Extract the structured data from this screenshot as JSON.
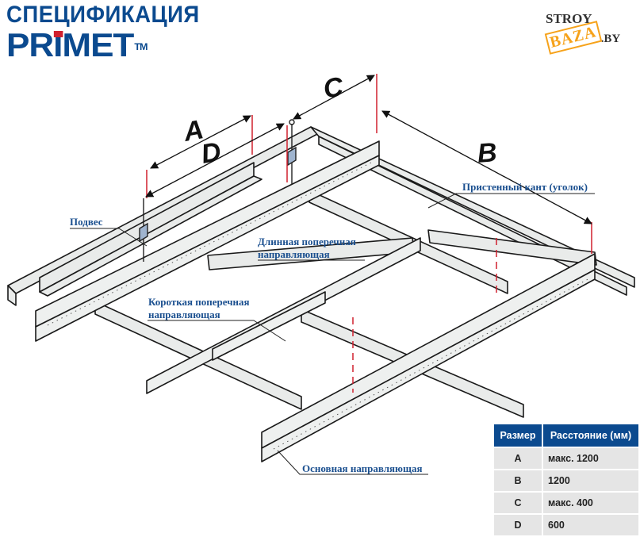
{
  "header": {
    "title": "СПЕЦИФИКАЦИЯ",
    "brand_prefix": "PR",
    "brand_i": "I",
    "brand_suffix": "MET",
    "brand_tm": "TM",
    "site_left": "STROY",
    "site_mid": "BAZA",
    "site_right": ".BY"
  },
  "colors": {
    "brand_blue": "#0b4a8f",
    "accent_red": "#d0202e",
    "label_blue": "#1a4f8f",
    "site_orange": "#f6a21a",
    "rail_fill": "#e9ebea",
    "table_row_bg": "#e5e5e5"
  },
  "labels": {
    "hanger": "Подвес",
    "long_cross": [
      "Длинная поперечная",
      "направляющая"
    ],
    "short_cross": [
      "Короткая поперечная",
      "направляющая"
    ],
    "main_rail": "Основная направляющая",
    "wall_angle": "Пристенный кант (уголок)"
  },
  "dimensions": {
    "a": "A",
    "b": "B",
    "c": "C",
    "d": "D"
  },
  "table": {
    "headers": [
      "Размер",
      "Расстояние (мм)"
    ],
    "rows": [
      [
        "A",
        "макс. 1200"
      ],
      [
        "B",
        "1200"
      ],
      [
        "C",
        "макс. 400"
      ],
      [
        "D",
        "600"
      ]
    ]
  }
}
